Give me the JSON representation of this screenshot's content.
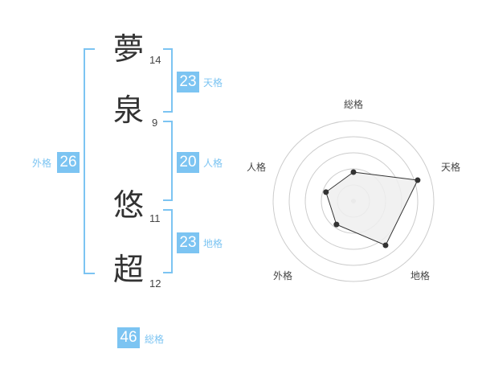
{
  "name": {
    "chars": [
      {
        "char": "夢",
        "strokes": "14"
      },
      {
        "char": "泉",
        "strokes": "9"
      },
      {
        "char": "悠",
        "strokes": "11"
      },
      {
        "char": "超",
        "strokes": "12"
      }
    ]
  },
  "kakusu": {
    "tenkaku": {
      "value": "23",
      "label": "天格"
    },
    "jinkaku": {
      "value": "20",
      "label": "人格"
    },
    "chikaku": {
      "value": "23",
      "label": "地格"
    },
    "gaikaku": {
      "value": "26",
      "label": "外格"
    },
    "soukaku": {
      "value": "46",
      "label": "総格"
    }
  },
  "chart_data": {
    "type": "radar",
    "axes": [
      "総格",
      "天格",
      "地格",
      "外格",
      "人格"
    ],
    "range": [
      0,
      5
    ],
    "rings": 4,
    "values": [
      1,
      4,
      3,
      1,
      1
    ],
    "colors": {
      "fill": "#efefef",
      "line": "#333333",
      "grid": "#cccccc",
      "point": "#333333"
    }
  }
}
